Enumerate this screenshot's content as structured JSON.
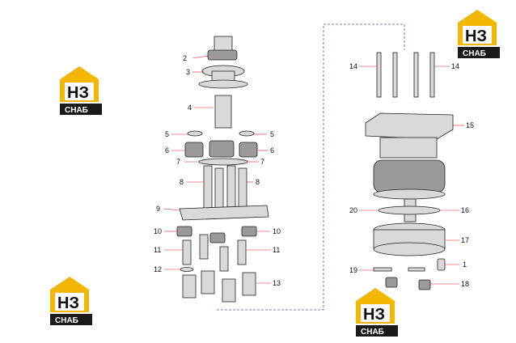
{
  "logos": [
    {
      "id": "logo-top-right",
      "top": "HЗ",
      "bottom": "СНАБ"
    },
    {
      "id": "logo-left-upper",
      "top": "HЗ",
      "bottom": "СНАБ"
    },
    {
      "id": "logo-left-lower",
      "top": "HЗ",
      "bottom": "СНАБ"
    },
    {
      "id": "logo-bottom-center",
      "top": "HЗ",
      "bottom": "СНАБ"
    }
  ],
  "callouts": {
    "c1": "1",
    "c2": "2",
    "c3": "3",
    "c4": "4",
    "c5l": "5",
    "c5r": "5",
    "c6l": "6",
    "c6r": "6",
    "c7l": "7",
    "c7r": "7",
    "c8l": "8",
    "c8r": "8",
    "c9": "9",
    "c10l": "10",
    "c10r": "10",
    "c11l": "11",
    "c11r": "11",
    "c12": "12",
    "c13": "13",
    "c14l": "14",
    "c14r": "14",
    "c15": "15",
    "c16": "16",
    "c17": "17",
    "c18": "18",
    "c19": "19",
    "c20": "20"
  },
  "colors": {
    "accent": "#f2b705",
    "logo_dark": "#1a1a1a",
    "leader": "#dd2233",
    "link": "#5555aa"
  }
}
